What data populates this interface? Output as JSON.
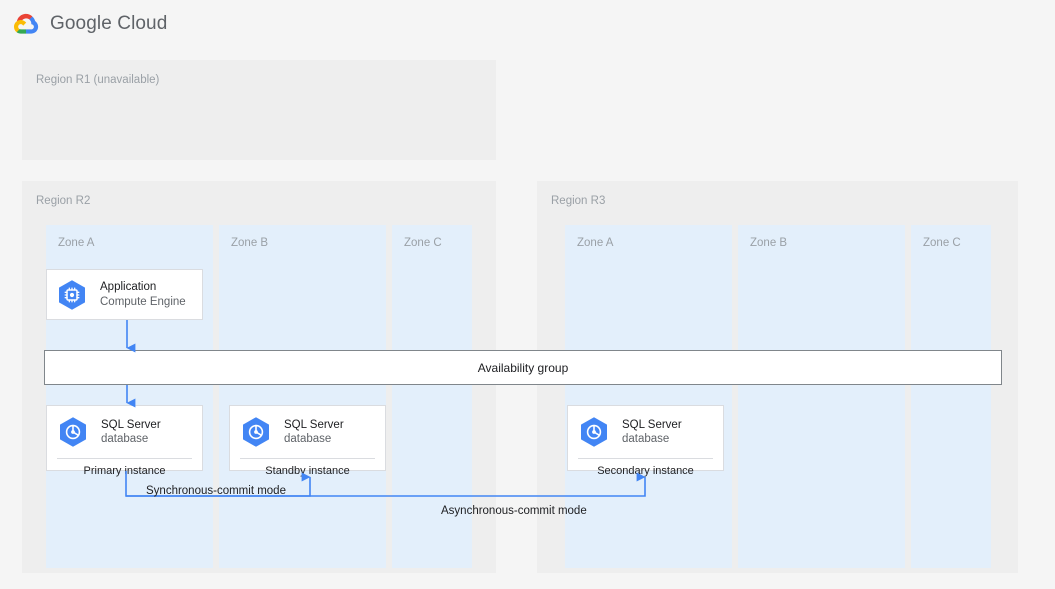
{
  "header": {
    "logo_icon": "google-cloud-logo",
    "wordmark": "Google Cloud"
  },
  "colors": {
    "page_background": "#f5f5f5",
    "region_background": "#eeeeee",
    "zone_background": "#e3effb",
    "card_background": "#ffffff",
    "card_border": "#dadce0",
    "accent_blue": "#4285f4",
    "icon_blue": "#4285f4",
    "label_grey": "#9aa0a6",
    "text_dark": "#202124",
    "bar_border": "#80868b"
  },
  "regions": [
    {
      "id": "r1",
      "label": "Region R1 (unavailable)",
      "zones": []
    },
    {
      "id": "r2",
      "label": "Region R2",
      "zones": [
        {
          "label": "Zone A"
        },
        {
          "label": "Zone B"
        },
        {
          "label": "Zone C"
        }
      ]
    },
    {
      "id": "r3",
      "label": "Region R3",
      "zones": [
        {
          "label": "Zone A"
        },
        {
          "label": "Zone B"
        },
        {
          "label": "Zone C"
        }
      ]
    }
  ],
  "nodes": {
    "application": {
      "icon": "compute-engine-icon",
      "title": "Application",
      "subtitle": "Compute Engine"
    },
    "db_primary": {
      "icon": "sql-server-icon",
      "title": "SQL Server",
      "subtitle": "database",
      "footer": "Primary instance"
    },
    "db_standby": {
      "icon": "sql-server-icon",
      "title": "SQL Server",
      "subtitle": "database",
      "footer": "Standby instance"
    },
    "db_secondary": {
      "icon": "sql-server-icon",
      "title": "SQL Server",
      "subtitle": "database",
      "footer": "Secondary instance"
    }
  },
  "availability_group": {
    "label": "Availability group"
  },
  "connectors": {
    "sync_label": "Synchronous-commit mode",
    "async_label": "Asynchronous-commit mode"
  }
}
